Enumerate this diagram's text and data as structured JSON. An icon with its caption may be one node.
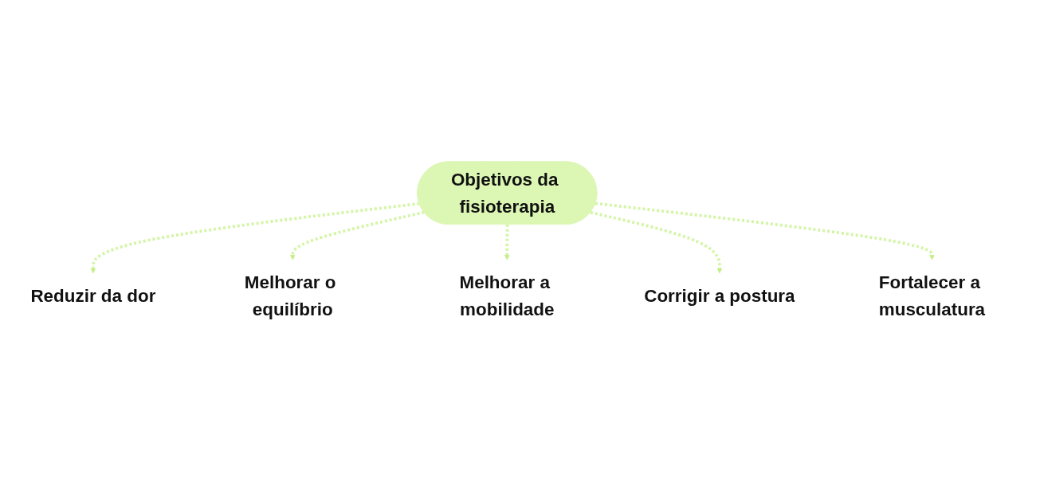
{
  "diagram": {
    "nodes": [
      {
        "text": [
          "Reduzir da dor"
        ]
      },
      {
        "text": [
          "Melhorar o equilíbrio"
        ]
      },
      {
        "text": [
          "Melhorar a mobilidade"
        ]
      },
      {
        "text": [
          "Objetivos da fisioterapia"
        ]
      },
      {
        "text": [
          "Corrigir a postura"
        ]
      },
      {
        "text": [
          "Fortalecer a musculatura"
        ]
      }
    ],
    "edges": [
      {
        "from": 3,
        "to": 0,
        "arrow": "to",
        "style": "dashed"
      },
      {
        "from": 3,
        "to": 1,
        "arrow": "to",
        "style": "dashed"
      },
      {
        "from": 3,
        "to": 2,
        "arrow": "to",
        "style": "dashed"
      },
      {
        "from": 3,
        "to": 4,
        "arrow": "to",
        "style": "dashed"
      },
      {
        "from": 3,
        "to": 5,
        "arrow": "to",
        "style": "dashed"
      }
    ]
  }
}
